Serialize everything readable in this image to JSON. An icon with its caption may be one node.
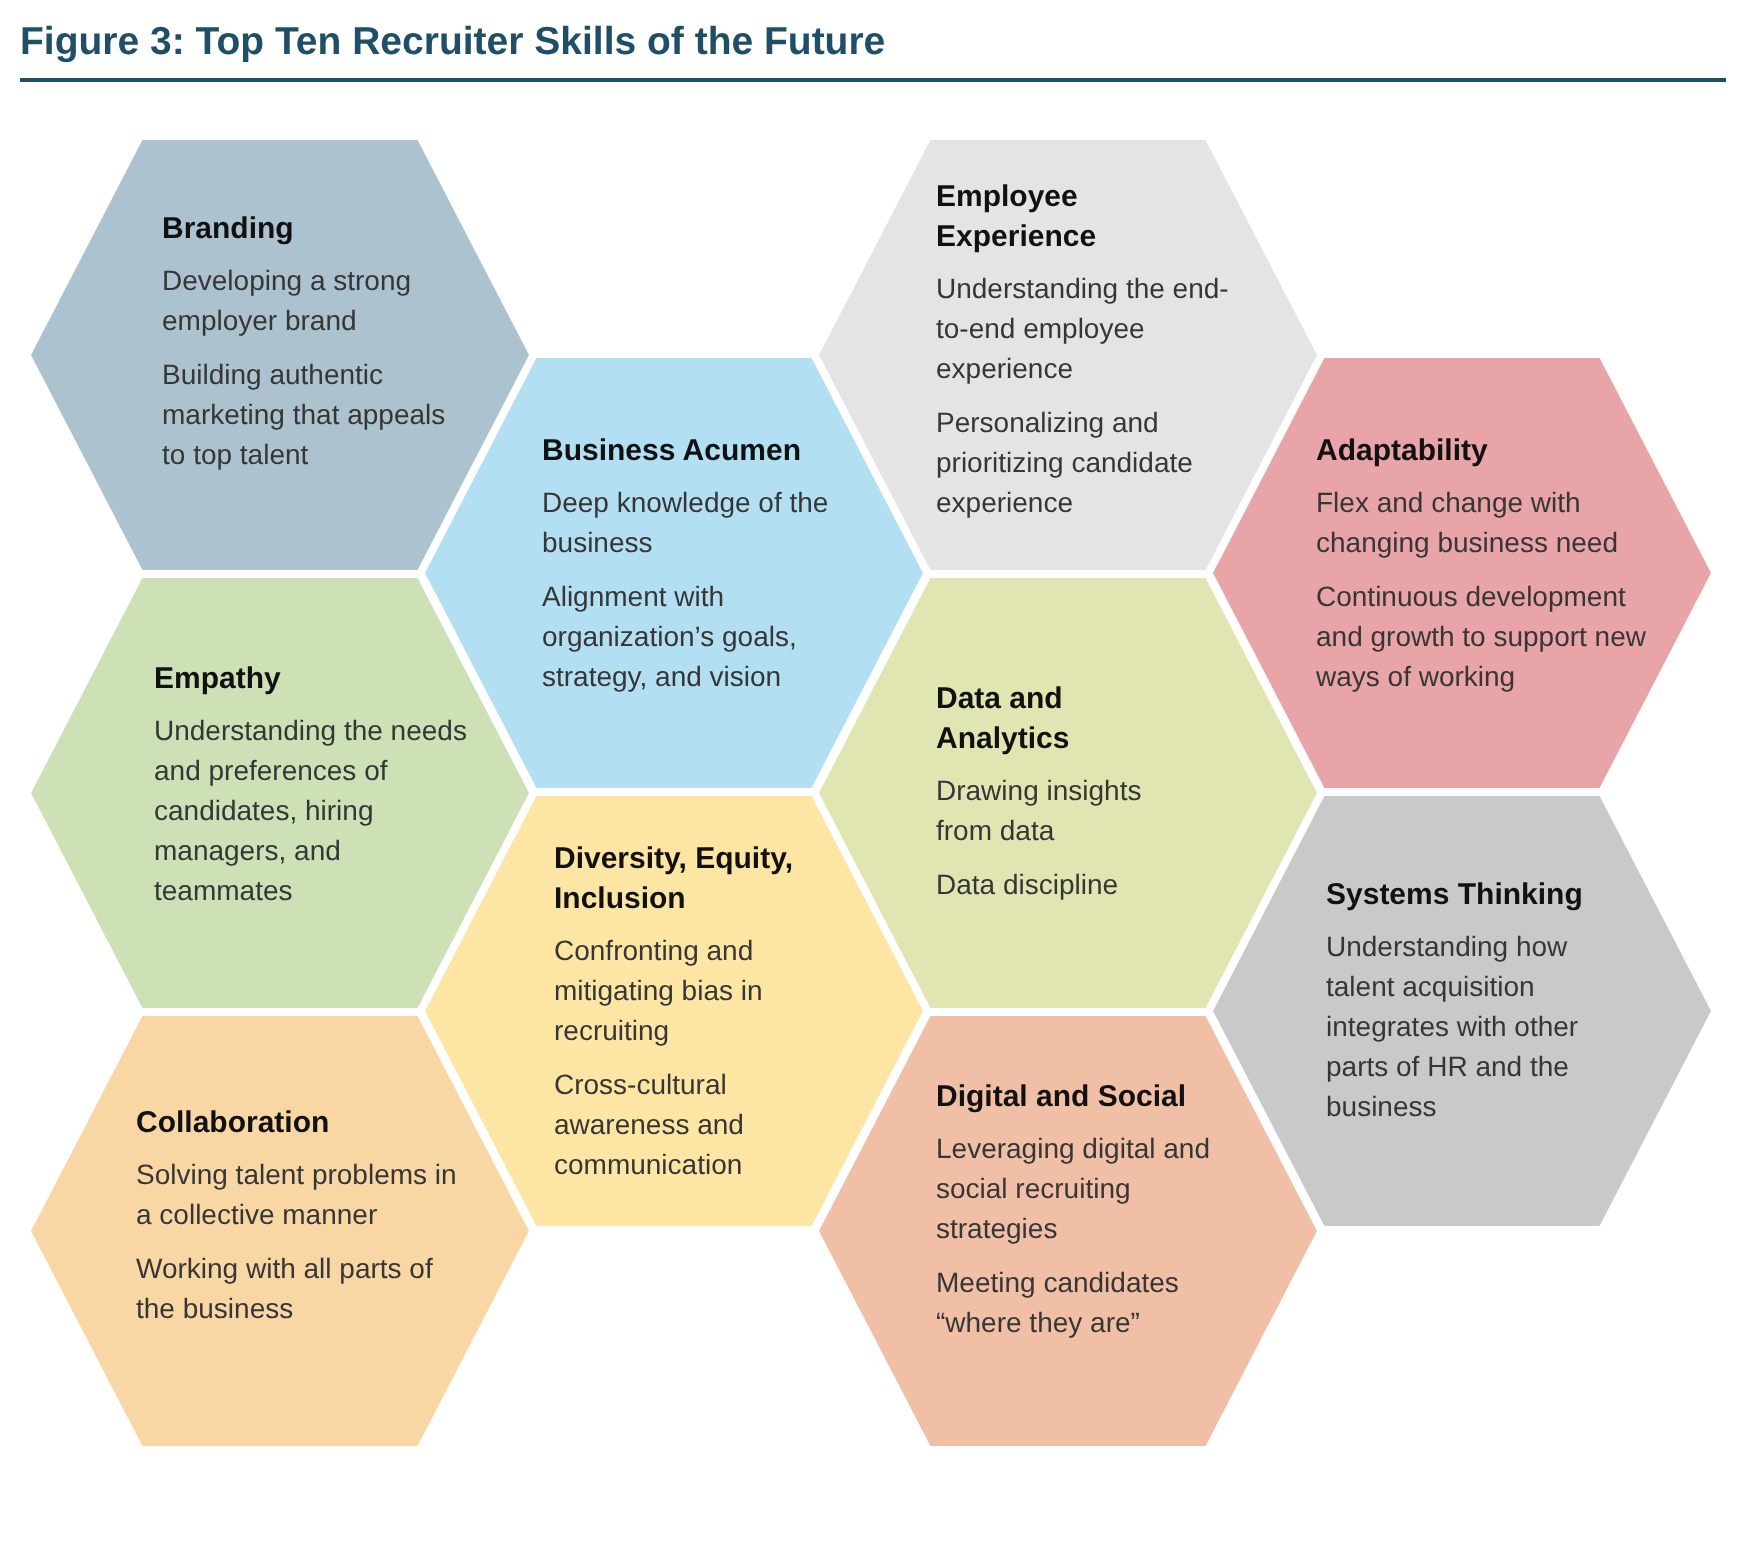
{
  "diagram": {
    "title": "Figure 3: Top Ten Recruiter Skills of the Future",
    "nodes": [
      {
        "text": [
          "Branding",
          "Developing a strong employer brand",
          "Building authentic marketing that appeals to top talent"
        ]
      },
      {
        "text": [
          "Employee Experience",
          "Understanding the end-to-end employee experience",
          "Personalizing and prioritizing candidate experience"
        ]
      },
      {
        "text": [
          "Business Acumen",
          "Deep knowledge of the business",
          "Alignment with organization’s goals, strategy, and vision"
        ]
      },
      {
        "text": [
          "Adaptability",
          "Flex and change with changing business need",
          "Continuous development and growth to support new ways of working"
        ]
      },
      {
        "text": [
          "Empathy",
          "Understanding the needs and preferences of candidates, hiring managers, and teammates"
        ]
      },
      {
        "text": [
          "Data and Analytics",
          "Drawing insights from data",
          "Data discipline"
        ]
      },
      {
        "text": [
          "Diversity, Equity, Inclusion",
          "Confronting and mitigating bias in recruiting",
          "Cross-cultural awareness and communication"
        ]
      },
      {
        "text": [
          "Systems Thinking",
          "Understanding how talent acquisition integrates with other parts of HR and the business"
        ]
      },
      {
        "text": [
          "Collaboration",
          "Solving talent problems in a collective manner",
          "Working with all parts of the business"
        ]
      },
      {
        "text": [
          "Digital and Social",
          "Leveraging digital and social recruiting strategies",
          "Meeting candidates “where they are”"
        ]
      }
    ]
  }
}
